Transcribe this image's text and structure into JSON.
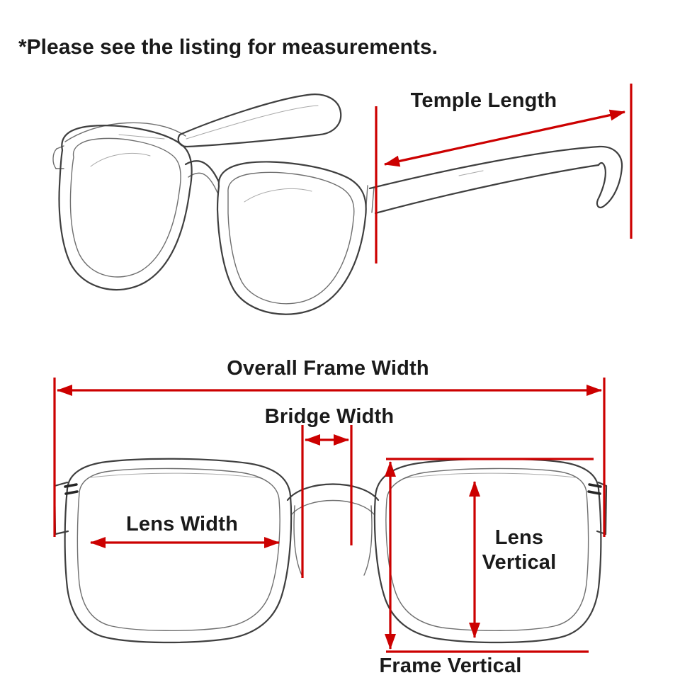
{
  "note": "*Please see the listing for measurements.",
  "labels": {
    "temple_length": "Temple Length",
    "overall_frame_width": "Overall Frame Width",
    "bridge_width": "Bridge Width",
    "lens_width": "Lens Width",
    "lens_vertical": "Lens Vertical",
    "frame_vertical": "Frame Vertical"
  },
  "colors": {
    "measurement": "#cc0000",
    "sketch": "#3f3f3f",
    "text": "#1a1a1a",
    "background": "#ffffff"
  }
}
